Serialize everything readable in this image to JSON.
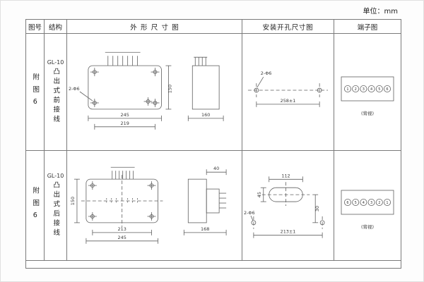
{
  "unit_label": "单位：mm",
  "headers": {
    "figure": "图号",
    "structure": "结构",
    "outline": "外形尺寸图",
    "install": "安装开孔尺寸图",
    "terminal": "端子图"
  },
  "rows": [
    {
      "figure_no": "附图6",
      "model": "GL-10",
      "structure": "凸出式前接线",
      "outline": {
        "width": "245",
        "hole_span": "219",
        "height": "150",
        "depth": "160",
        "hole_label": "2-Φ6"
      },
      "install": {
        "hole_span": "258±1",
        "hole_label": "2-Φ6"
      },
      "terminal": {
        "numbers": [
          "1",
          "2",
          "3",
          "4",
          "5",
          "6"
        ],
        "view_label": "(背视)"
      }
    },
    {
      "figure_no": "附图6",
      "model": "GL-10",
      "structure": "凸出式后接线",
      "outline": {
        "hole_span": "213",
        "width": "245",
        "height": "150",
        "block_width": "40",
        "depth": "168"
      },
      "install": {
        "slot_width": "112",
        "slot_height": "45",
        "offset": "30",
        "hole_span": "213±1",
        "hole_label": "2-Φ6"
      },
      "terminal": {
        "numbers": [
          "6",
          "5",
          "4",
          "3",
          "2",
          "1"
        ],
        "view_label": "(背视)"
      }
    }
  ]
}
